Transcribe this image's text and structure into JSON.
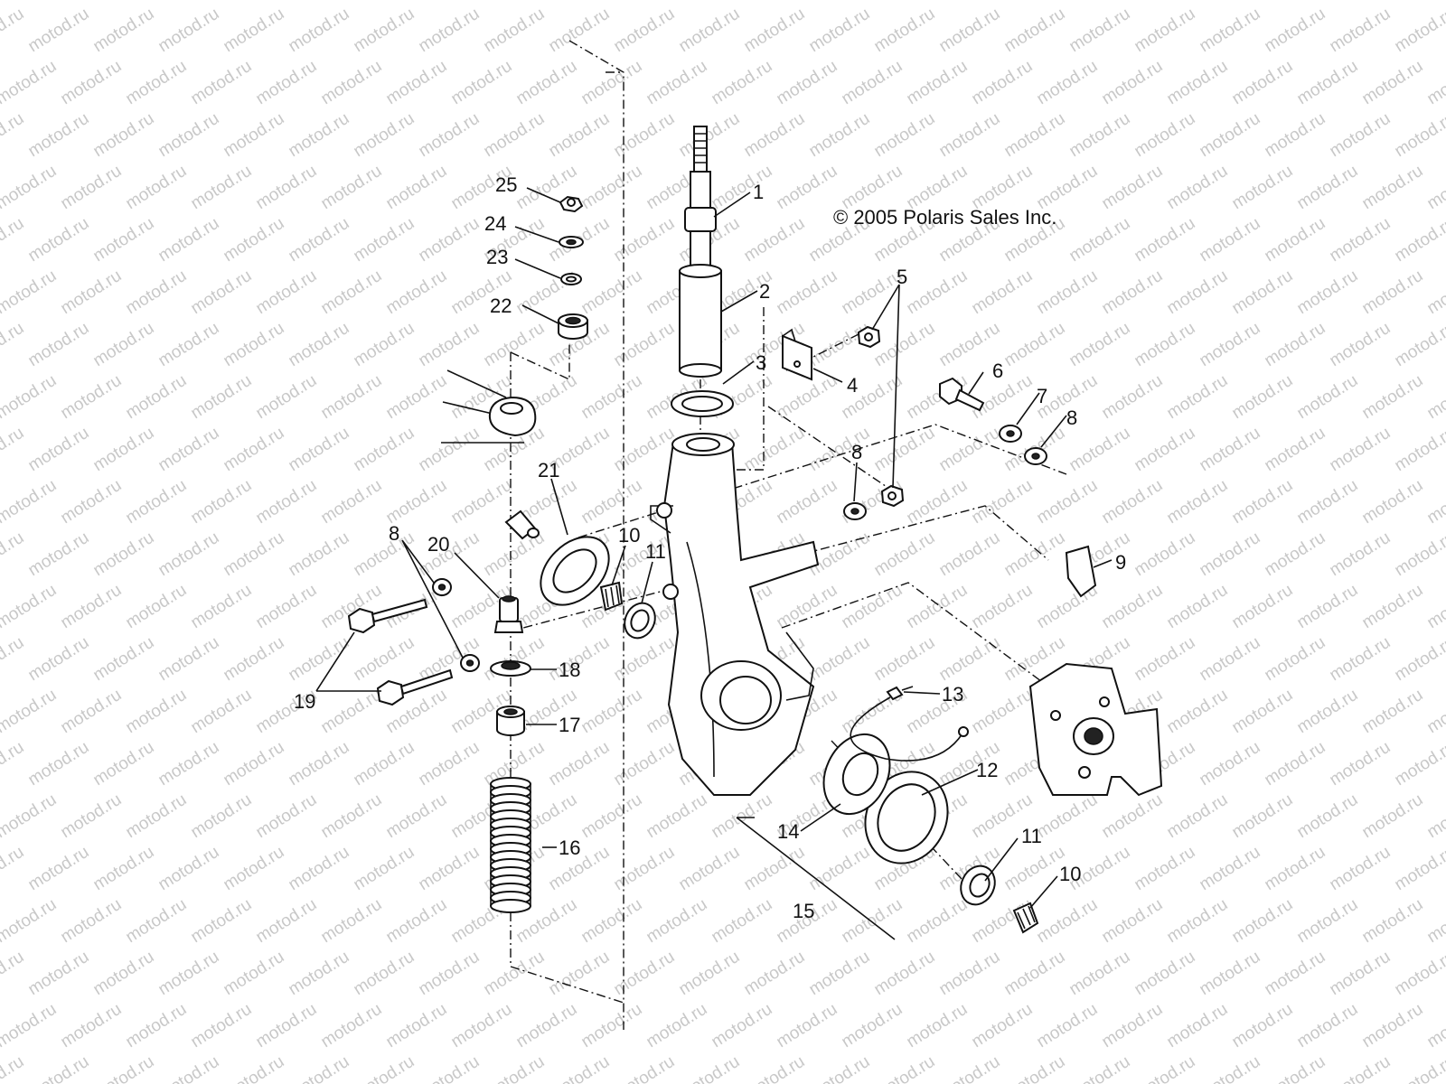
{
  "copyright": "© 2005 Polaris Sales Inc.",
  "watermark": "motod.ru",
  "callouts": {
    "c1": "1",
    "c2": "2",
    "c3": "3",
    "c4": "4",
    "c5": "5",
    "c6": "6",
    "c7": "7",
    "c8a": "8",
    "c8b": "8",
    "c8c": "8",
    "c9": "9",
    "c10a": "10",
    "c10b": "10",
    "c11a": "11",
    "c11b": "11",
    "c12": "12",
    "c13": "13",
    "c14": "14",
    "c15": "15",
    "c16": "16",
    "c17": "17",
    "c18": "18",
    "c19": "19",
    "c20": "20",
    "c21": "21",
    "c22": "22",
    "c23": "23",
    "c24": "24",
    "c25": "25"
  }
}
